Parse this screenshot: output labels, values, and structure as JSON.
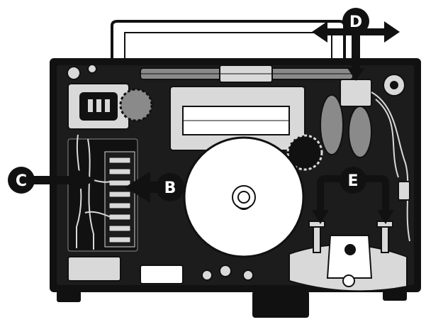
{
  "callouts": {
    "b": "B",
    "c": "C",
    "d": "D",
    "e": "E"
  },
  "colors": {
    "ink": "#111111",
    "paper": "#ffffff",
    "mid_gray": "#8a8a8a",
    "light_gray": "#d9d9d9"
  }
}
